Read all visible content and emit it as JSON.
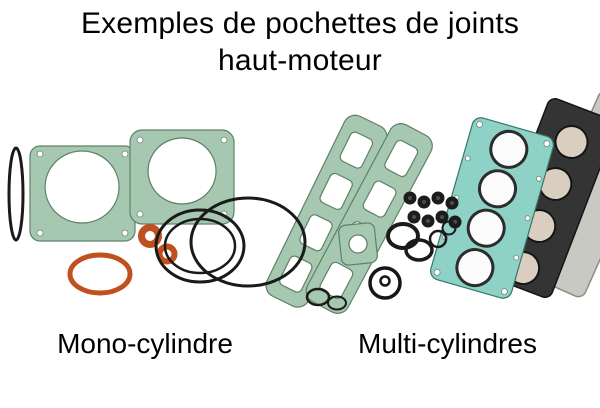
{
  "page": {
    "title_line1": "Exemples de pochettes de joints",
    "title_line2": "haut-moteur",
    "captions": {
      "left": "Mono-cylindre",
      "right": "Multi-cylindres"
    },
    "colors": {
      "page_bg": "#ffffff",
      "text_ink": "#000000",
      "gasket_green": "#a7c8b0",
      "gasket_green_edge": "#5f8068",
      "gasket_teal": "#8ed1c6",
      "gasket_teal_edge": "#35776c",
      "oring_orange": "#c0511f",
      "ring_black": "#1a1a1a",
      "dark_gasket": "#343434",
      "metal_beige": "#d9cec0",
      "gray_gasket": "#c9c9c3"
    }
  }
}
